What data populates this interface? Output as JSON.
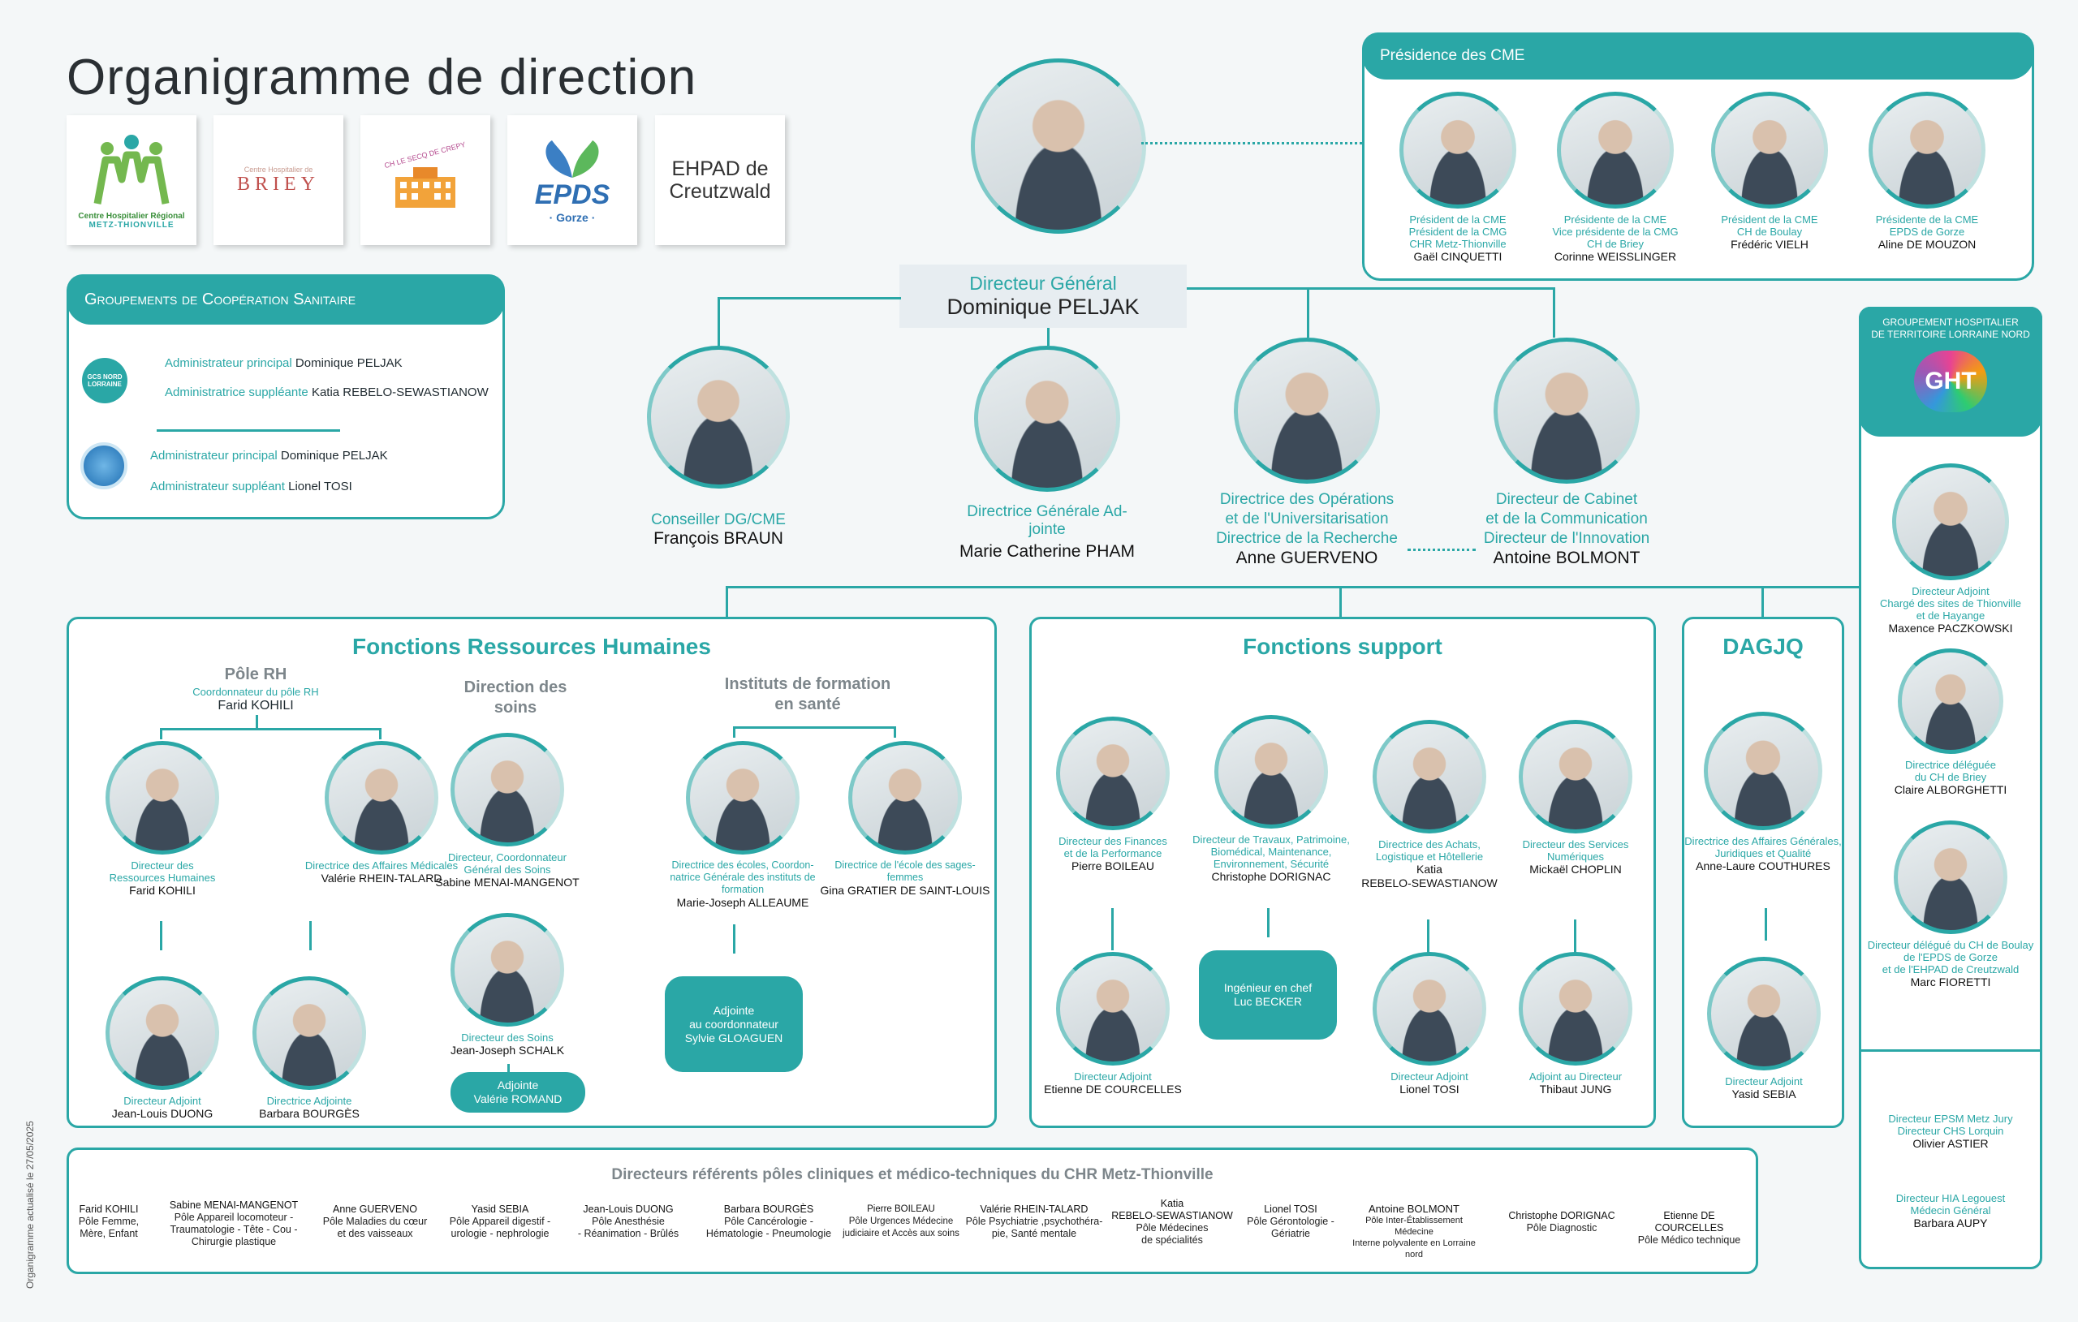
{
  "title": "Organigramme de direction",
  "side_date": "Organigramme actualisé le 27/05/2025",
  "logos": {
    "chr_line1": "Centre Hospitalier Régional",
    "chr_line2": "METZ-THIONVILLE",
    "briey_small": "Centre Hospitalier de",
    "briey": "BRIEY",
    "lelec": "CH LE SECQ DE CREPY",
    "epds": "EPDS",
    "epds_sub": "· Gorze ·",
    "ehpad": "EHPAD de Creutzwald"
  },
  "gcs": {
    "header": "Groupements de Coopération Sanitaire",
    "icon1": "GCS NORD LORRAINE",
    "rows": [
      {
        "role": "Administrateur principal",
        "name": "Dominique PELJAK"
      },
      {
        "role": "Administratrice suppléante",
        "name": "Katia REBELO-SEWASTIANOW"
      },
      {
        "role": "Administrateur principal",
        "name": "Dominique PELJAK"
      },
      {
        "role": "Administrateur suppléant",
        "name": "Lionel TOSI"
      }
    ]
  },
  "cme": {
    "header": "Présidence des CME",
    "people": [
      {
        "role": "Président de la CME\nPrésident de la CMG\nCHR Metz-Thionville",
        "name": "Gaël CINQUETTI"
      },
      {
        "role": "Présidente de la CME\nVice présidente de la CMG\nCH de Briey",
        "name": "Corinne WEISSLINGER"
      },
      {
        "role": "Président de la CME\nCH de Boulay",
        "name": "Frédéric VIELH"
      },
      {
        "role": "Présidente de la CME\nEPDS de Gorze",
        "name": "Aline DE MOUZON"
      }
    ]
  },
  "dg": {
    "role": "Directeur Général",
    "name": "Dominique PELJAK"
  },
  "level2": [
    {
      "role": "Conseiller DG/CME",
      "name": "François BRAUN"
    },
    {
      "role": "Directrice Générale Ad-\njointe",
      "name": "Marie Catherine PHAM"
    },
    {
      "role": "Directrice des Opérations\net de l'Universitarisation",
      "role2": "Directrice de la Recherche",
      "name": "Anne GUERVENO"
    },
    {
      "role": "Directeur de Cabinet\net de la Communication",
      "role2": "Directeur de l'Innovation",
      "name": "Antoine BOLMONT"
    }
  ],
  "ght": {
    "header": "GROUPEMENT HOSPITALIER\nDE TERRITOIRE LORRAINE NORD",
    "logo": "GHT",
    "people": [
      {
        "role": "Directeur Adjoint\nChargé des sites de Thionville\net de Hayange",
        "name": "Maxence PACZKOWSKI"
      },
      {
        "role": "Directrice déléguée\ndu CH de Briey",
        "name": "Claire ALBORGHETTI"
      },
      {
        "role": "Directeur délégué du CH de Boulay\nde l'EPDS de Gorze\net de l'EHPAD de Creutzwald",
        "name": "Marc FIORETTI"
      }
    ],
    "texts": [
      {
        "role": "Directeur EPSM Metz Jury\nDirecteur CHS Lorquin",
        "name": "Olivier ASTIER"
      },
      {
        "role": "Directeur HIA Legouest\nMédecin Général",
        "name": "Barbara AUPY"
      }
    ]
  },
  "rh": {
    "title": "Fonctions Ressources Humaines",
    "pole_title": "Pôle RH",
    "pole_sub": "Coordonnateur du pôle RH",
    "pole_name": "Farid KOHILI",
    "soins_title": "Direction des\nsoins",
    "instituts_title": "Instituts de formation\nen santé",
    "people": [
      {
        "role": "Directeur des\nRessources Humaines",
        "name": "Farid KOHILI"
      },
      {
        "role": "Directrice des Affaires Médicales",
        "name": "Valérie RHEIN-TALARD"
      },
      {
        "role": "Directeur Adjoint",
        "name": "Jean-Louis DUONG"
      },
      {
        "role": "Directrice Adjointe",
        "name": "Barbara BOURGÈS"
      },
      {
        "role": "Directeur, Coordonnateur\nGénéral des Soins",
        "name": "Sabine MENAI-MANGENOT"
      },
      {
        "role": "Directeur des Soins",
        "name": "Jean-Joseph SCHALK"
      },
      {
        "role": "Directrice des écoles, Coordon-\nnatrice Générale des instituts de\nformation",
        "name": "Marie-Joseph ALLEAUME"
      },
      {
        "role": "Directrice de l'école des sages-\nfemmes",
        "name": "Gina GRATIER DE SAINT-LOUIS"
      }
    ],
    "pill_romand": {
      "role": "Adjointe",
      "name": "Valérie ROMAND"
    },
    "pill_gloaguen": {
      "role": "Adjointe\nau coordonnateur",
      "name": "Sylvie GLOAGUEN"
    }
  },
  "support": {
    "title": "Fonctions support",
    "people": [
      {
        "role": "Directeur des Finances\net de la Performance",
        "name": "Pierre BOILEAU"
      },
      {
        "role": "Directeur de Travaux, Patrimoine,\nBiomédical, Maintenance,\nEnvironnement, Sécurité",
        "name": "Christophe DORIGNAC"
      },
      {
        "role": "Directrice des Achats,\nLogistique et Hôtellerie",
        "name": "Katia\nREBELO-SEWASTIANOW"
      },
      {
        "role": "Directeur des Services\nNumériques",
        "name": "Mickaël CHOPLIN"
      },
      {
        "role": "Directeur Adjoint",
        "name": "Etienne DE COURCELLES"
      },
      {
        "role": "Directeur Adjoint",
        "name": "Lionel TOSI"
      },
      {
        "role": "Adjoint au Directeur",
        "name": "Thibaut JUNG"
      }
    ],
    "pill": {
      "role": "Ingénieur en chef",
      "name": "Luc BECKER"
    }
  },
  "dagjq": {
    "title": "DAGJQ",
    "people": [
      {
        "role": "Directrice des Affaires Générales,\nJuridiques et Qualité",
        "name": "Anne-Laure COUTHURES"
      },
      {
        "role": "Directeur Adjoint",
        "name": "Yasid SEBIA"
      }
    ]
  },
  "referents": {
    "title": "Directeurs référents pôles cliniques et médico-techniques du CHR Metz-Thionville",
    "cells": [
      {
        "name": "Farid KOHILI",
        "desc": "Pôle Femme,\nMère, Enfant"
      },
      {
        "name": "Sabine MENAI-MANGENOT",
        "desc": "Pôle Appareil locomoteur -\nTraumatologie - Tête - Cou -\nChirurgie plastique"
      },
      {
        "name": "Anne GUERVENO",
        "desc": "Pôle Maladies du cœur\net des vaisseaux"
      },
      {
        "name": "Yasid SEBIA",
        "desc": "Pôle Appareil digestif -\nurologie - nephrologie"
      },
      {
        "name": "Jean-Louis DUONG",
        "desc": "Pôle Anesthésie\n- Réanimation - Brûlés"
      },
      {
        "name": "Barbara BOURGÈS",
        "desc": "Pôle Cancérologie -\nHématologie - Pneumologie"
      },
      {
        "name": "Pierre BOILEAU",
        "desc": "Pôle Urgences Médecine\njudiciaire et Accès aux soins"
      },
      {
        "name": "Valérie RHEIN-TALARD",
        "desc": "Pôle Psychiatrie ,psychothéra-\npie, Santé mentale"
      },
      {
        "name": "Katia\nREBELO-SEWASTIANOW",
        "desc": "Pôle Médecines\nde spécialités"
      },
      {
        "name": "Lionel TOSI",
        "desc": "Pôle Gérontologie -\nGériatrie"
      },
      {
        "name": "Antoine BOLMONT",
        "desc": "Pôle Inter-Établissement\nMédecine\nInterne polyvalente en Lorraine\nnord"
      },
      {
        "name": "Christophe DORIGNAC",
        "desc": "Pôle Diagnostic"
      },
      {
        "name": "Etienne DE COURCELLES",
        "desc": "Pôle Médico technique"
      }
    ]
  },
  "colors": {
    "teal": "#2aa7a6",
    "text": "#1f2a30",
    "grey": "#7d868b"
  }
}
